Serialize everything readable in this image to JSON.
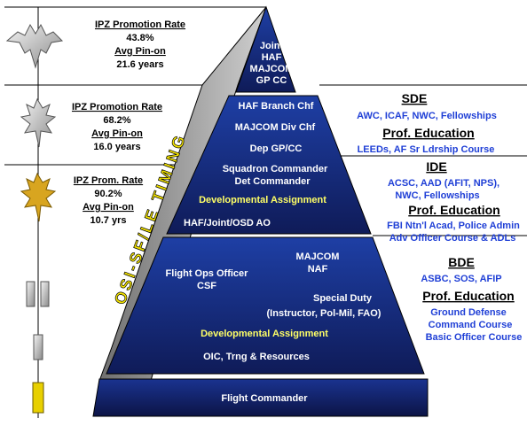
{
  "colors": {
    "tier_dark": "#12205f",
    "tier_mid": "#1b3a98",
    "highlight_yellow": "#ffff66",
    "heading_black": "#000000",
    "link_blue": "#1f3fd6",
    "ribbon_yellow": "#f2e200",
    "ribbon_face": "#9a9a9a"
  },
  "ranks": [
    {
      "icon": "colonel-eagle-insignia-icon",
      "rate_label": "IPZ Promotion Rate",
      "rate_value": "43.8%",
      "pin_label": "Avg Pin-on",
      "pin_value": "21.6 years"
    },
    {
      "icon": "lt-colonel-oak-leaf-icon",
      "rate_label": "IPZ Promotion Rate",
      "rate_value": "68.2%",
      "pin_label": "Avg Pin-on",
      "pin_value": "16.0 years"
    },
    {
      "icon": "major-oak-leaf-icon",
      "rate_label": "IPZ Prom. Rate",
      "rate_value": "90.2%",
      "pin_label": "Avg Pin-on",
      "pin_value": "10.7 yrs"
    },
    {
      "icon": "captain-bars-icon"
    },
    {
      "icon": "first-lieutenant-bar-icon"
    },
    {
      "icon": "second-lieutenant-bar-icon"
    }
  ],
  "pyramid": {
    "ribbon_text": "OSI-SF/LE TIMING",
    "tier1": [
      "Joint",
      "HAF",
      "MAJCOM",
      "GP CC"
    ],
    "tier2": {
      "lines": [
        "HAF Branch Chf",
        "MAJCOM Div Chf",
        "Dep GP/CC",
        "Squadron Commander",
        "Det Commander"
      ],
      "dev_assignment": "Developmental Assignment",
      "footer": "HAF/Joint/OSD AO"
    },
    "tier3": {
      "left": [
        "Flight Ops Officer",
        "CSF"
      ],
      "right_top": [
        "MAJCOM",
        "NAF"
      ],
      "special": [
        "Special Duty",
        "(Instructor, Pol-Mil, FAO)"
      ],
      "dev_assignment": "Developmental Assignment",
      "footer": "OIC, Trng & Resources"
    },
    "base": "Flight Commander"
  },
  "education": {
    "sde": {
      "title": "SDE",
      "items": "AWC, ICAF, NWC, Fellowships",
      "prof_title": "Prof. Education",
      "prof_items": "LEEDs, AF Sr Ldrship Course"
    },
    "ide": {
      "title": "IDE",
      "items": [
        "ACSC, AAD (AFIT, NPS),",
        "NWC, Fellowships"
      ],
      "prof_title": "Prof. Education",
      "prof_items": [
        "FBI Ntn'l Acad, Police Admin",
        "Adv Officer Course & ADLs"
      ]
    },
    "bde": {
      "title": "BDE",
      "items": "ASBC, SOS, AFIP",
      "prof_title": "Prof. Education",
      "prof_items": [
        "Ground Defense",
        "Command Course",
        "Basic Officer Course"
      ]
    }
  }
}
